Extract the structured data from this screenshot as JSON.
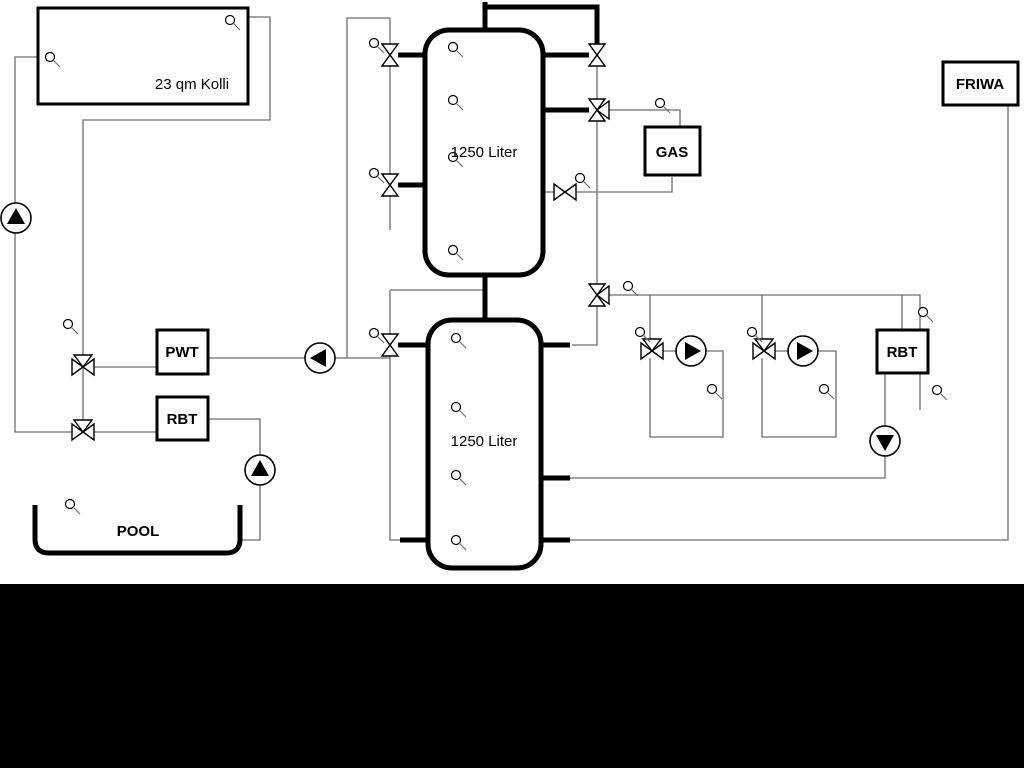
{
  "diagram": {
    "collector": {
      "label": "23 qm Kolli"
    },
    "tank_top": {
      "label": "1250 Liter"
    },
    "tank_bottom": {
      "label": "1250 Liter"
    },
    "gas_boiler": {
      "label": "GAS"
    },
    "friwa": {
      "label": "FRIWA"
    },
    "pwt": {
      "label": "PWT"
    },
    "rbt_left": {
      "label": "RBT"
    },
    "rbt_right": {
      "label": "RBT"
    },
    "pool": {
      "label": "POOL"
    }
  },
  "colors": {
    "background": "#ffffff",
    "pipe_thin": "#6e6e6e",
    "pipe_thick": "#000000",
    "letterbox": "#000000"
  },
  "symbols": {
    "pump": "pump-icon (circle with solid flow triangle)",
    "valve": "valve-icon (bowtie two-triangle valve)",
    "three_way_valve": "three-way-valve-icon (bowtie with third port triangle)",
    "sensor": "sensor-icon (small circle with stem)"
  }
}
